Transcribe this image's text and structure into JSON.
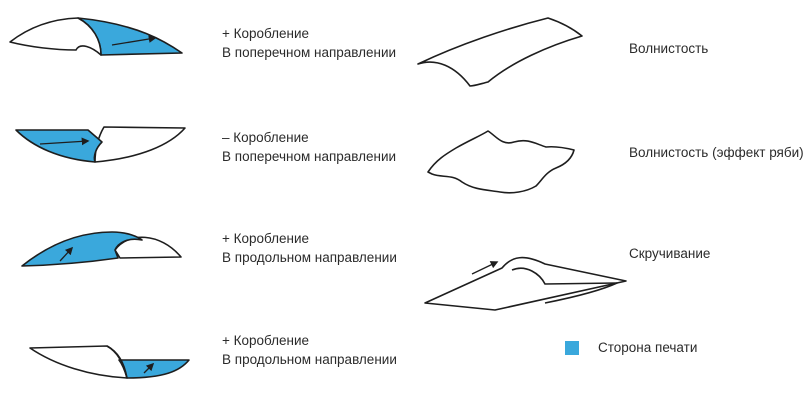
{
  "colors": {
    "print_side": "#3aa8dc",
    "stroke": "#1e1e1e",
    "paper": "#ffffff"
  },
  "items": [
    {
      "icon": "positive-cross-curl-sheet-icon",
      "line1": "+ Коробление",
      "line2": "В поперечном направлении"
    },
    {
      "icon": "negative-cross-curl-sheet-icon",
      "line1": "– Коробление",
      "line2": "В поперечном направлении"
    },
    {
      "icon": "positive-long-curl-sheet-icon",
      "line1": "+ Коробление",
      "line2": "В продольном направлении"
    },
    {
      "icon": "positive-long-curl-sheet-icon-2",
      "line1": "+ Коробление",
      "line2": "В продольном направлении"
    },
    {
      "icon": "wavy-edge-sheet-icon",
      "line1": "Волнистость"
    },
    {
      "icon": "cockle-sheet-icon",
      "line1": "Волнистость (эффект ряби)"
    },
    {
      "icon": "twist-sheet-icon",
      "line1": "Скручивание"
    }
  ],
  "legend": {
    "label": "Сторона печати"
  }
}
